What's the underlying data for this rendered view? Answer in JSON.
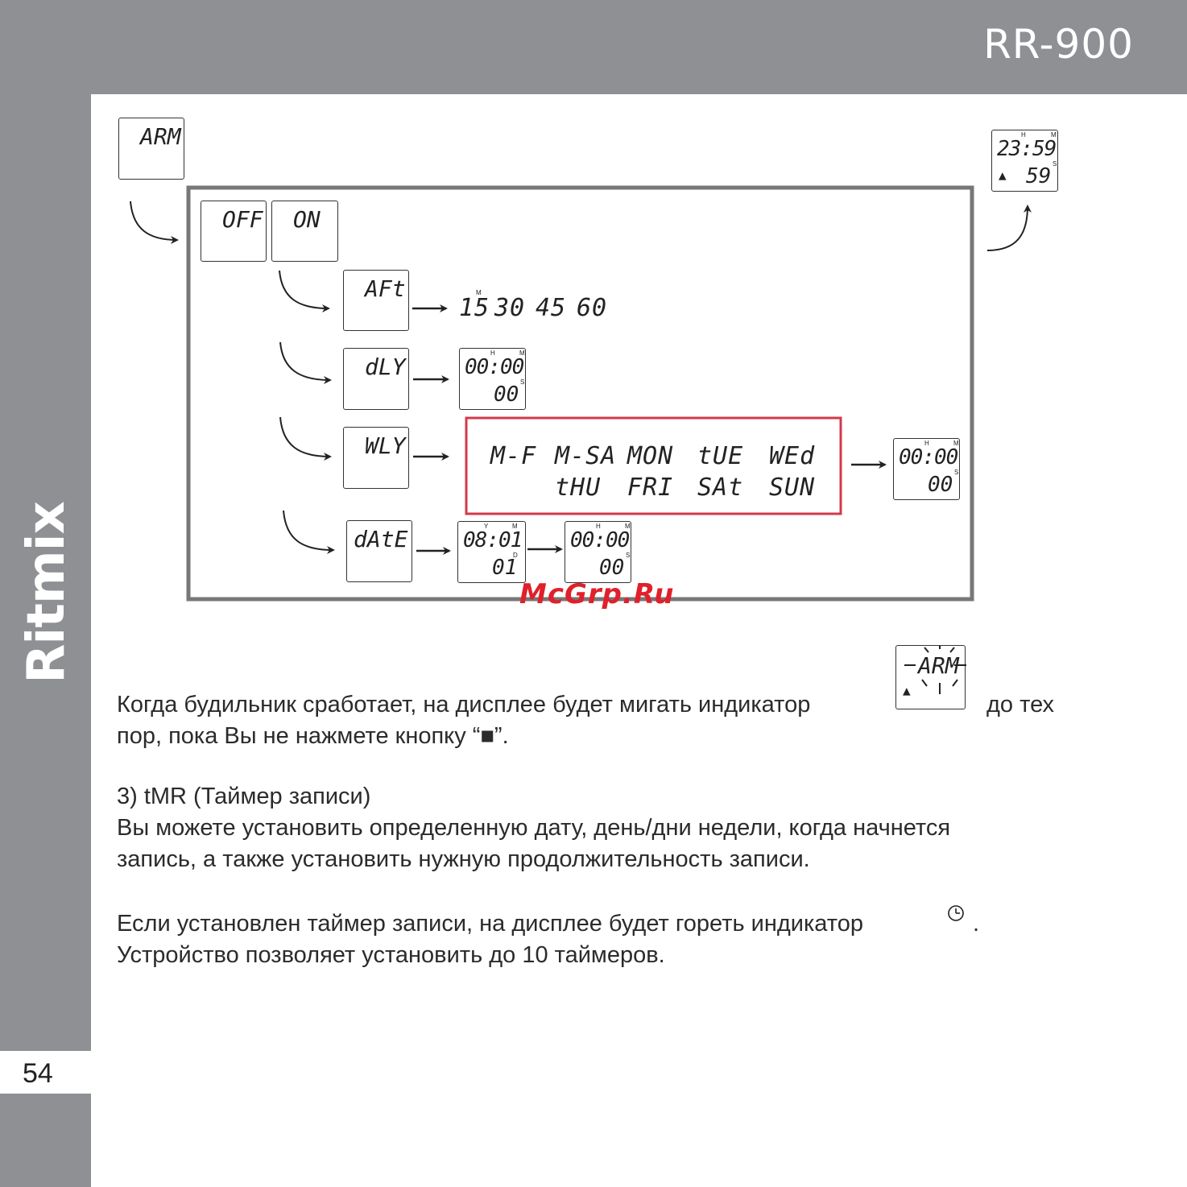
{
  "header": {
    "model": "RR-900"
  },
  "sidebar": {
    "brand": "Ritmix",
    "page_number": "54"
  },
  "watermark": "McGrp.Ru",
  "diagram": {
    "arm": "ARM",
    "off": "OFF",
    "on": "ON",
    "aft": "AFt",
    "aft_options": [
      "15",
      "30",
      "45",
      "60"
    ],
    "aft_unit": "M",
    "dly": "dLY",
    "wly": "WLY",
    "date": "dAtE",
    "weekdays_row1": [
      "M-F",
      "M-SA",
      "MON",
      "tUE",
      "WEd"
    ],
    "weekdays_row2": [
      "tHU",
      "FRI",
      "SAt",
      "SUN"
    ],
    "time_display": {
      "main": "00:00",
      "sub": "00",
      "h": "H",
      "m": "M",
      "s": "S"
    },
    "date_display": {
      "main": "08:01",
      "sub": "01",
      "y": "Y",
      "m": "M",
      "d": "D"
    },
    "final_display": {
      "main": "23:59",
      "sub": "59",
      "h": "H",
      "m": "M",
      "s": "S"
    },
    "alarm_display": "ARM"
  },
  "text": {
    "p1_line1_a": "Когда будильник сработает, на дисплее будет мигать индикатор",
    "p1_line1_b": "до тех",
    "p1_line2": "пор, пока Вы не нажмете кнопку “■”.",
    "section_title": "3) tMR (Таймер записи)",
    "p2_line1": "Вы можете установить определенную дату, день/дни недели, когда начнется",
    "p2_line2": "запись, а также установить нужную продолжительность записи.",
    "p3_line1": "Если установлен таймер записи, на дисплее будет гореть индикатор",
    "p3_line1_end": ".",
    "p3_line2": "Устройство позволяет установить до 10 таймеров."
  },
  "colors": {
    "gray": "#8e9094",
    "highlight": "#d23a4a",
    "watermark": "#e0202a"
  }
}
